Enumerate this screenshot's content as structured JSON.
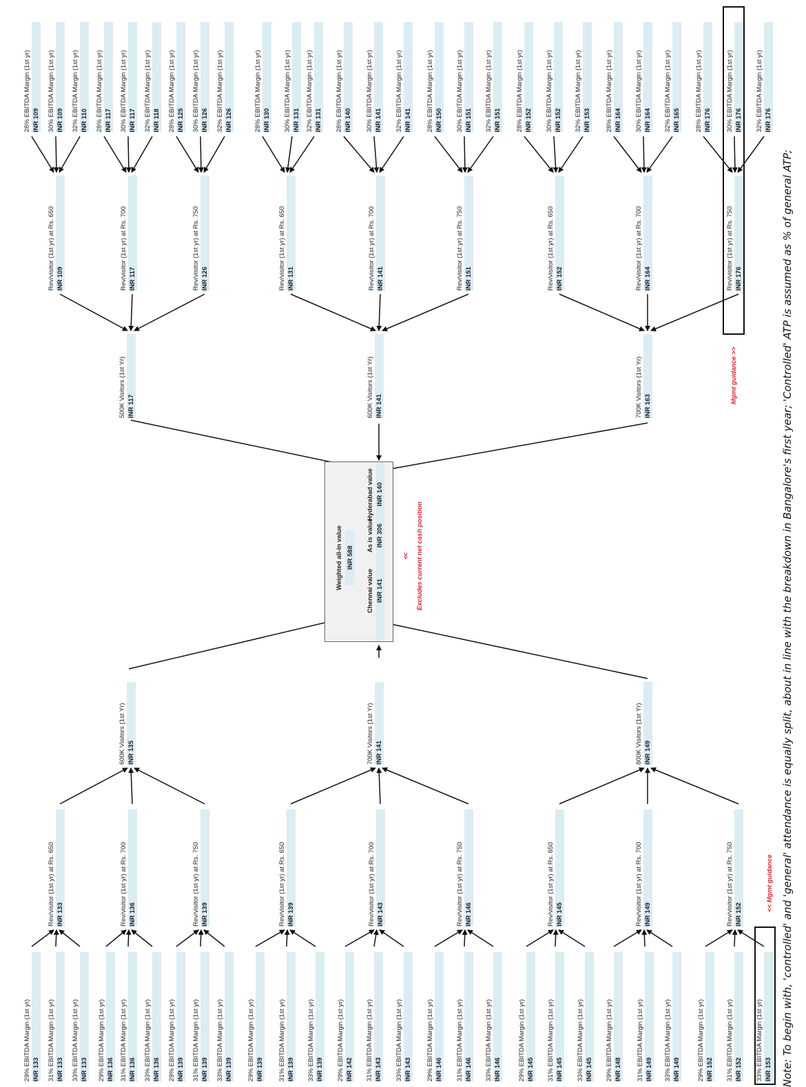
{
  "center": {
    "weighted_label": "Weighted all-in value",
    "weighted_value": "INR 588",
    "chennai_label": "Chennai value",
    "chennai_value": "INR 141",
    "asis_label": "As is value",
    "asis_value": "INR 306",
    "hyderabad_label": "Hyderabad value",
    "hyderabad_value": "INR 140",
    "arrows_text": "<<",
    "excludes_note": "Excludes current net cash position"
  },
  "mgmt_guidance_top": "Mgmt guidance >>",
  "mgmt_guidance_bottom": "<< Mgmt guidance",
  "footnote": "Note: To begin with, 'controlled' and 'general' attendance is equally split, about in line with the breakdown in Bangalore's first year; 'Controlled' ATP is assumed as % of general ATP;",
  "top_tree": [
    {
      "label": "500K Visitors (1st Yr)",
      "value": "INR 117",
      "revs": [
        {
          "label": "Rev/visitor (1st yr) at Rs. 650",
          "value": "INR 109",
          "leaves": [
            {
              "label": "28% EBITDA Margin (1st yr)",
              "value": "INR 109"
            },
            {
              "label": "30% EBITDA Margin (1st yr)",
              "value": "INR 109"
            },
            {
              "label": "32% EBITDA Margin (1st yr)",
              "value": "INR 110"
            }
          ]
        },
        {
          "label": "Rev/visitor (1st yr) at Rs. 700",
          "value": "INR 117",
          "leaves": [
            {
              "label": "28% EBITDA Margin (1st yr)",
              "value": "INR 117"
            },
            {
              "label": "30% EBITDA Margin (1st yr)",
              "value": "INR 117"
            },
            {
              "label": "32% EBITDA Margin (1st yr)",
              "value": "INR 118"
            }
          ]
        },
        {
          "label": "Rev/visitor (1st yr) at Rs. 750",
          "value": "INR 126",
          "leaves": [
            {
              "label": "28% EBITDA Margin (1st yr)",
              "value": "INR 125"
            },
            {
              "label": "30% EBITDA Margin (1st yr)",
              "value": "INR 126"
            },
            {
              "label": "32% EBITDA Margin (1st yr)",
              "value": "INR 126"
            }
          ]
        }
      ]
    },
    {
      "label": "600K Visitors (1st Yr)",
      "value": "INR 141",
      "revs": [
        {
          "label": "Rev/visitor (1st yr) at Rs. 650",
          "value": "INR 131",
          "leaves": [
            {
              "label": "28% EBITDA Margin (1st yr)",
              "value": "INR 130"
            },
            {
              "label": "30% EBITDA Margin (1st yr)",
              "value": "INR 131"
            },
            {
              "label": "32% EBITDA Margin (1st yr)",
              "value": "INR 131"
            }
          ]
        },
        {
          "label": "Rev/visitor (1st yr) at Rs. 700",
          "value": "INR 141",
          "leaves": [
            {
              "label": "28% EBITDA Margin (1st yr)",
              "value": "INR 140"
            },
            {
              "label": "30% EBITDA Margin (1st yr)",
              "value": "INR 141"
            },
            {
              "label": "32% EBITDA Margin (1st yr)",
              "value": "INR 141"
            }
          ]
        },
        {
          "label": "Rev/visitor (1st yr) at Rs. 750",
          "value": "INR 151",
          "leaves": [
            {
              "label": "28% EBITDA Margin (1st yr)",
              "value": "INR 150"
            },
            {
              "label": "30% EBITDA Margin (1st yr)",
              "value": "INR 151"
            },
            {
              "label": "32% EBITDA Margin (1st yr)",
              "value": "INR 151"
            }
          ]
        }
      ]
    },
    {
      "label": "700K Visitors (1st Yr)",
      "value": "INR 163",
      "revs": [
        {
          "label": "Rev/visitor (1st yr) at Rs. 650",
          "value": "INR 152",
          "leaves": [
            {
              "label": "28% EBITDA Margin (1st yr)",
              "value": "INR 152"
            },
            {
              "label": "30% EBITDA Margin (1st yr)",
              "value": "INR 152"
            },
            {
              "label": "32% EBITDA Margin (1st yr)",
              "value": "INR 153"
            }
          ]
        },
        {
          "label": "Rev/visitor (1st yr) at Rs. 700",
          "value": "INR 164",
          "leaves": [
            {
              "label": "28% EBITDA Margin (1st yr)",
              "value": "INR 164"
            },
            {
              "label": "30% EBITDA Margin (1st yr)",
              "value": "INR 164"
            },
            {
              "label": "32% EBITDA Margin (1st yr)",
              "value": "INR 165"
            }
          ]
        },
        {
          "label": "Rev/visitor (1st yr) at Rs. 750",
          "value": "INR 176",
          "leaves": [
            {
              "label": "28% EBITDA Margin (1st yr)",
              "value": "INR 176"
            },
            {
              "label": "30% EBITDA Margin (1st yr)",
              "value": "INR 176"
            },
            {
              "label": "32% EBITDA Margin (1st yr)",
              "value": "INR 176"
            }
          ]
        }
      ]
    }
  ],
  "bottom_tree": [
    {
      "label": "600K Visitors (1st Yr)",
      "value": "INR 135",
      "revs": [
        {
          "label": "Rev/visitor (1st yr) at Rs. 650",
          "value": "INR 133",
          "leaves": [
            {
              "label": "29% EBITDA Margin (1st yr)",
              "value": "INR 133"
            },
            {
              "label": "31% EBITDA Margin (1st yr)",
              "value": "INR 133"
            },
            {
              "label": "33% EBITDA Margin (1st yr)",
              "value": "INR 133"
            }
          ]
        },
        {
          "label": "Rev/visitor (1st yr) at Rs. 700",
          "value": "INR 136",
          "leaves": [
            {
              "label": "29% EBITDA Margin (1st yr)",
              "value": "INR 136"
            },
            {
              "label": "31% EBITDA Margin (1st yr)",
              "value": "INR 136"
            },
            {
              "label": "33% EBITDA Margin (1st yr)",
              "value": "INR 136"
            }
          ]
        },
        {
          "label": "Rev/visitor (1st yr) at Rs. 750",
          "value": "INR 139",
          "leaves": [
            {
              "label": "29% EBITDA Margin (1st yr)",
              "value": "INR 139"
            },
            {
              "label": "31% EBITDA Margin (1st yr)",
              "value": "INR 139"
            },
            {
              "label": "33% EBITDA Margin (1st yr)",
              "value": "INR 139"
            }
          ]
        }
      ]
    },
    {
      "label": "700K Visitors (1st Yr)",
      "value": "INR 141",
      "revs": [
        {
          "label": "Rev/visitor (1st yr) at Rs. 650",
          "value": "INR 139",
          "leaves": [
            {
              "label": "29% EBITDA Margin (1st yr)",
              "value": "INR 139"
            },
            {
              "label": "31% EBITDA Margin (1st yr)",
              "value": "INR 139"
            },
            {
              "label": "33% EBITDA Margin (1st yr)",
              "value": "INR 139"
            }
          ]
        },
        {
          "label": "Rev/visitor (1st yr) at Rs. 700",
          "value": "INR 143",
          "leaves": [
            {
              "label": "29% EBITDA Margin (1st yr)",
              "value": "INR 142"
            },
            {
              "label": "31% EBITDA Margin (1st yr)",
              "value": "INR 143"
            },
            {
              "label": "33% EBITDA Margin (1st yr)",
              "value": "INR 143"
            }
          ]
        },
        {
          "label": "Rev/visitor (1st yr) at Rs. 750",
          "value": "INR 146",
          "leaves": [
            {
              "label": "29% EBITDA Margin (1st yr)",
              "value": "INR 146"
            },
            {
              "label": "31% EBITDA Margin (1st yr)",
              "value": "INR 146"
            },
            {
              "label": "33% EBITDA Margin (1st yr)",
              "value": "INR 146"
            }
          ]
        }
      ]
    },
    {
      "label": "800K Visitors (1st Yr)",
      "value": "INR 149",
      "revs": [
        {
          "label": "Rev/visitor (1st yr) at Rs. 650",
          "value": "INR 145",
          "leaves": [
            {
              "label": "29% EBITDA Margin (1st yr)",
              "value": "INR 145"
            },
            {
              "label": "31% EBITDA Margin (1st yr)",
              "value": "INR 145"
            },
            {
              "label": "33% EBITDA Margin (1st yr)",
              "value": "INR 145"
            }
          ]
        },
        {
          "label": "Rev/visitor (1st yr) at Rs. 700",
          "value": "INR 149",
          "leaves": [
            {
              "label": "29% EBITDA Margin (1st yr)",
              "value": "INR 148"
            },
            {
              "label": "31% EBITDA Margin (1st yr)",
              "value": "INR 149"
            },
            {
              "label": "33% EBITDA Margin (1st yr)",
              "value": "INR 149"
            }
          ]
        },
        {
          "label": "Rev/visitor (1st yr) at Rs. 750",
          "value": "INR 152",
          "leaves": [
            {
              "label": "29% EBITDA Margin (1st yr)",
              "value": "INR 152"
            },
            {
              "label": "31% EBITDA Margin (1st yr)",
              "value": "INR 152"
            },
            {
              "label": "33% EBITDA Margin (1st yr)",
              "value": "INR 153"
            }
          ]
        }
      ]
    }
  ]
}
